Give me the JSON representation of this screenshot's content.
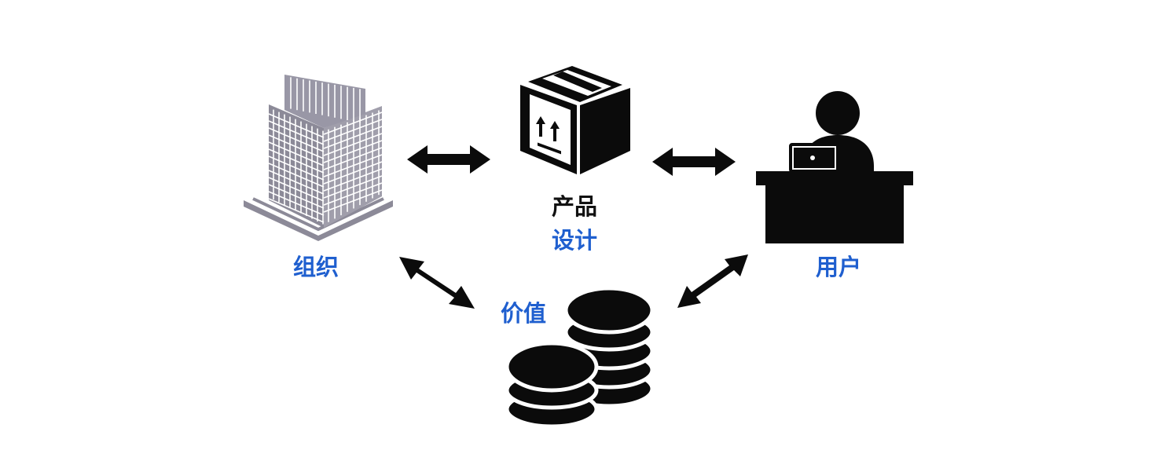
{
  "colors": {
    "accent": "#1f5fcf",
    "icon": "#0b0b0b",
    "building": "#8c8a98",
    "building_grid": "#ffffff"
  },
  "diagram": {
    "organization": {
      "icon": "office-building-icon",
      "label": "组织"
    },
    "product": {
      "icon": "package-box-icon",
      "label": "产品"
    },
    "design": {
      "label": "设计"
    },
    "user": {
      "icon": "user-at-desk-icon",
      "label": "用户"
    },
    "value": {
      "icon": "coin-stacks-icon",
      "label": "价值"
    }
  }
}
